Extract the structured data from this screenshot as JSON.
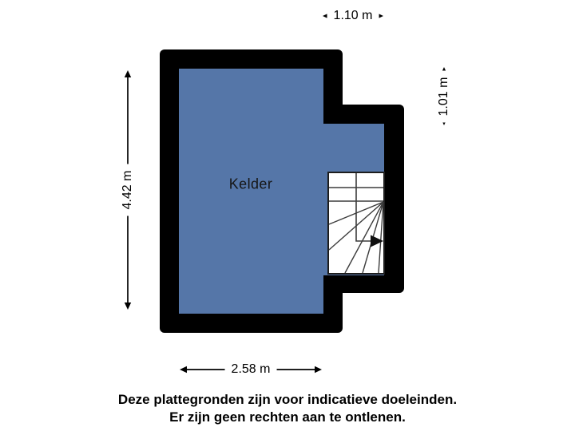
{
  "plan": {
    "room_label": "Kelder",
    "dimensions": {
      "top": "1.10 m",
      "right": "1.01 m",
      "left": "4.42 m",
      "bottom": "2.58 m"
    },
    "disclaimer": {
      "line1": "Deze plattegronden zijn voor indicatieve doeleinden.",
      "line2": "Er zijn geen rechten aan te ontlenen."
    },
    "icons": {
      "dimension_arrows": "double-headed-arrow",
      "stair_direction_arrow": "right-filled-triangle"
    },
    "colors": {
      "wall": "#000000",
      "room_fill": "#5576a8",
      "stair_fill": "#ffffff",
      "stair_line": "#3c3c3c",
      "dimension": "#000000",
      "label_bg": "#ffffff",
      "text": "#000000"
    }
  }
}
